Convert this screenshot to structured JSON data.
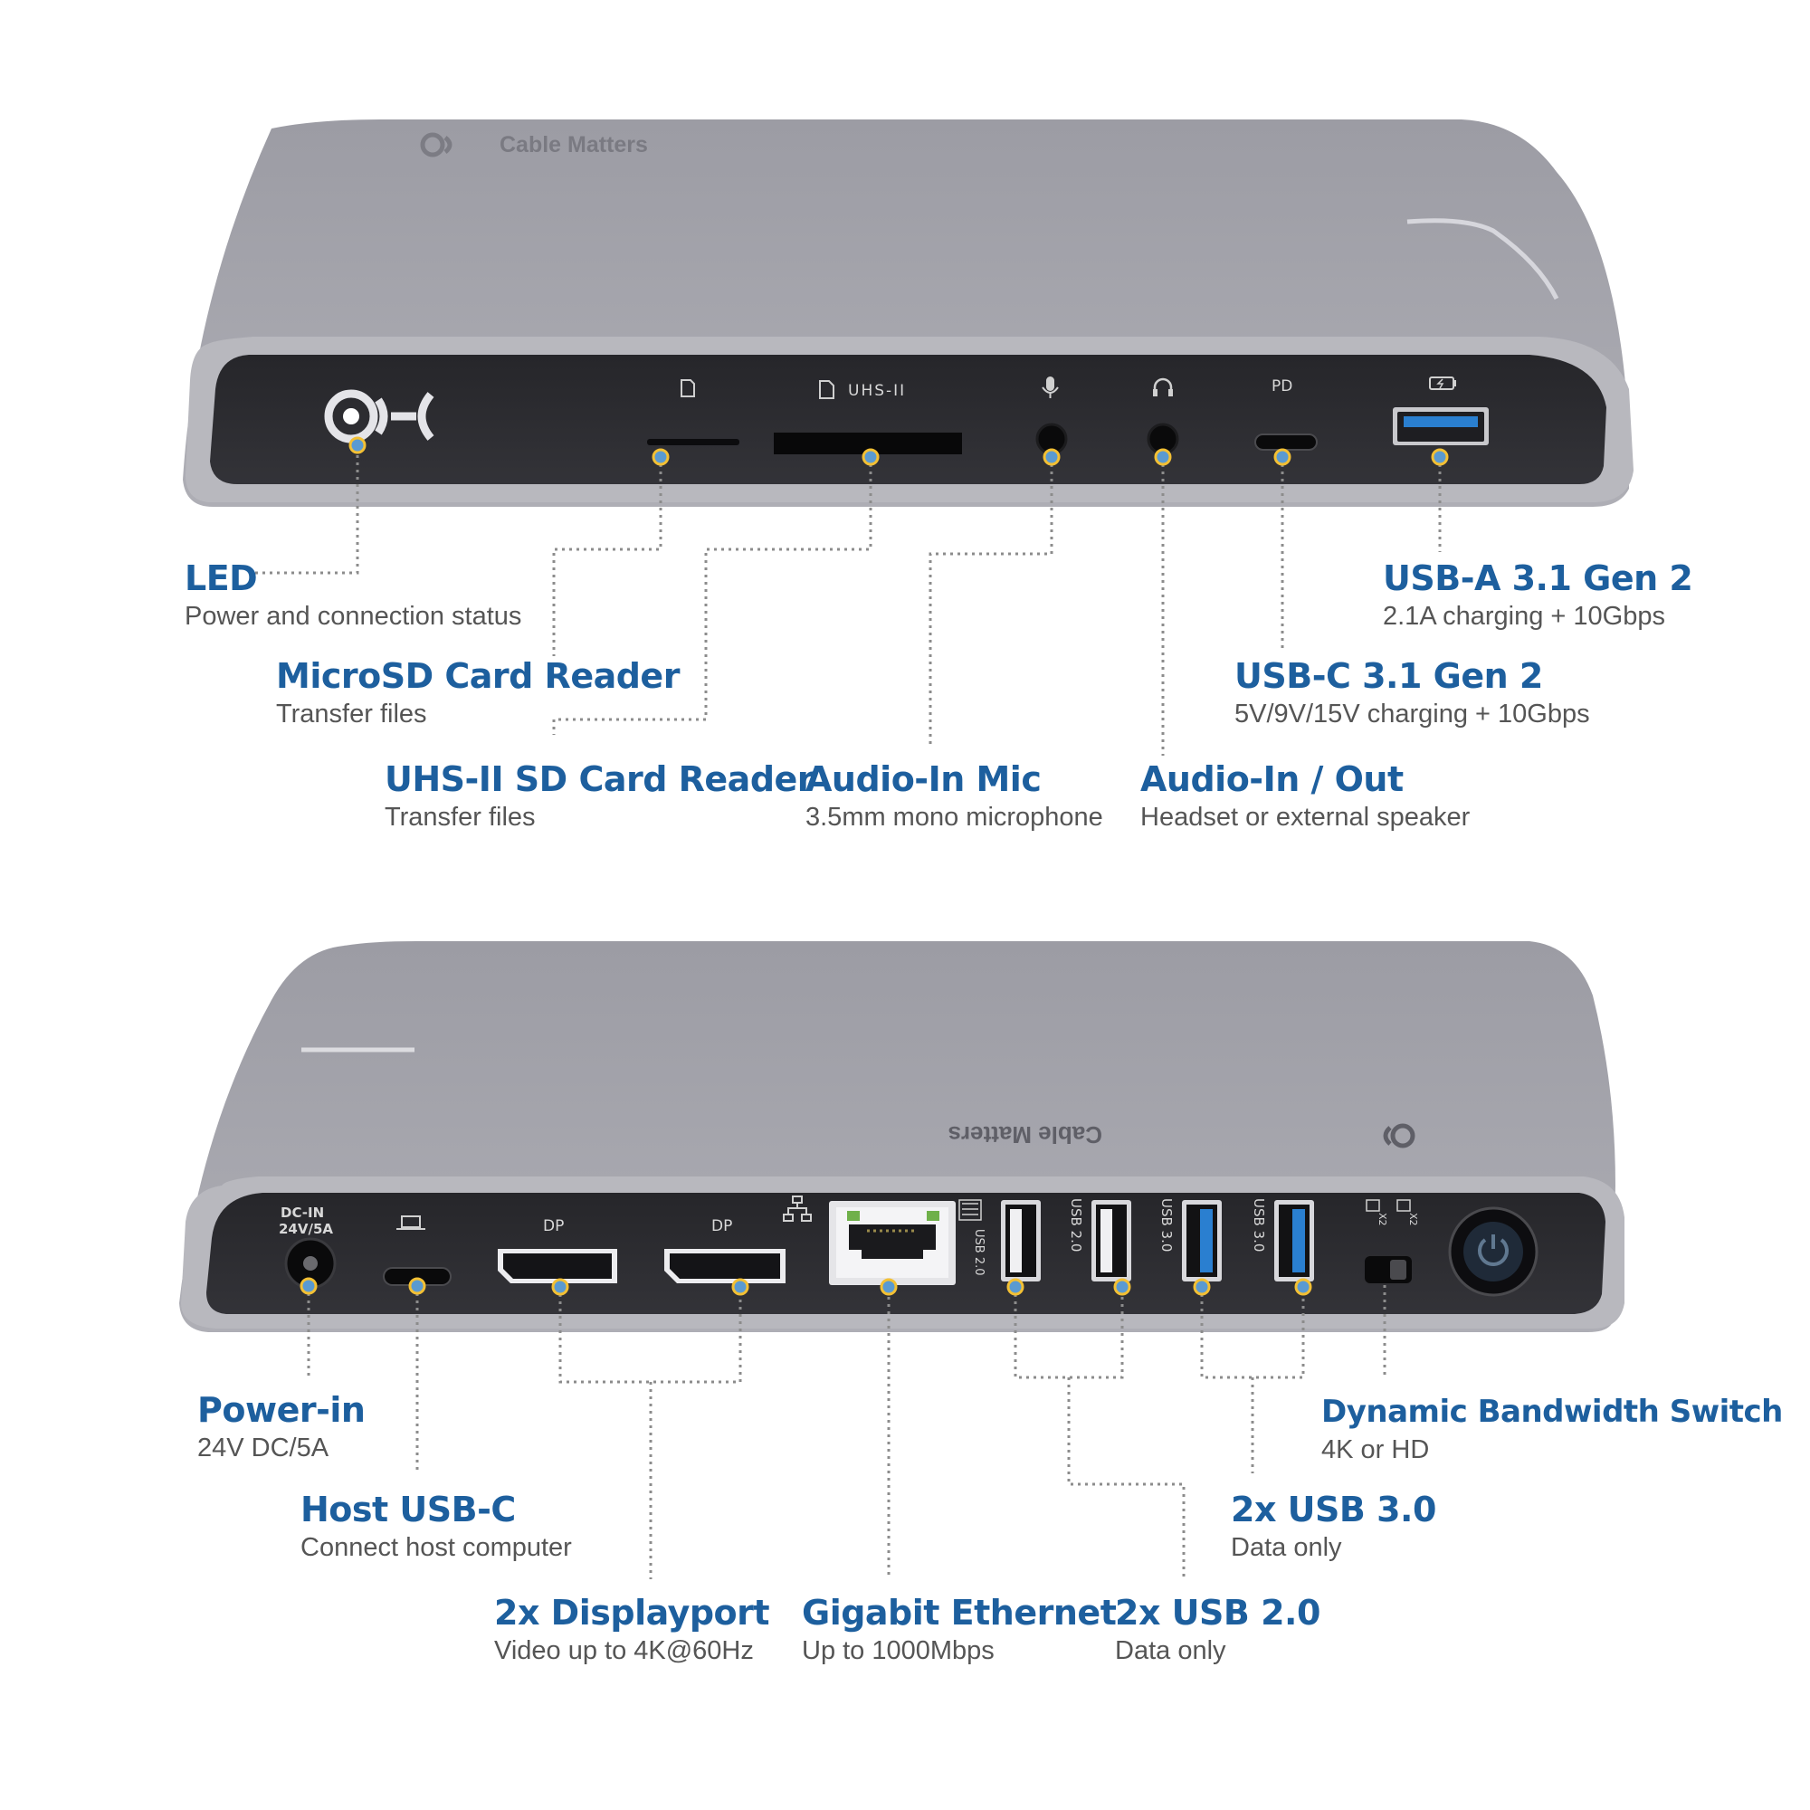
{
  "brand": {
    "name": "Cable Matters"
  },
  "front": {
    "port_marks": {
      "uhs": "UHS-II",
      "pd": "PD"
    },
    "callouts": [
      {
        "title": "LED",
        "desc": "Power and connection status"
      },
      {
        "title": "MicroSD Card Reader",
        "desc": "Transfer files"
      },
      {
        "title": "UHS-II SD Card Reader",
        "desc": "Transfer files"
      },
      {
        "title": "Audio-In Mic",
        "desc": "3.5mm mono microphone"
      },
      {
        "title": "Audio-In / Out",
        "desc": "Headset or external speaker"
      },
      {
        "title": "USB-C 3.1 Gen 2",
        "desc": "5V/9V/15V charging  + 10Gbps"
      },
      {
        "title": "USB-A 3.1 Gen 2",
        "desc": "2.1A charging + 10Gbps"
      }
    ]
  },
  "back": {
    "port_marks": {
      "dcin_1": "DC-IN",
      "dcin_2": "24V/5A",
      "dp_1": "DP",
      "dp_2": "DP",
      "usb20_1": "USB 2.0",
      "usb20_2": "USB 2.0",
      "usb30_1": "USB 3.0",
      "usb30_2": "USB 3.0",
      "sw_1": "X2",
      "sw_2": "X2"
    },
    "callouts": [
      {
        "title": "Power-in",
        "desc": "24V DC/5A"
      },
      {
        "title": "Host USB-C",
        "desc": "Connect host computer"
      },
      {
        "title": "2x Displayport",
        "desc": "Video up to 4K@60Hz"
      },
      {
        "title": "Gigabit Ethernet",
        "desc": "Up to 1000Mbps"
      },
      {
        "title": "2x USB 2.0",
        "desc": "Data only"
      },
      {
        "title": "2x USB 3.0",
        "desc": "Data only"
      },
      {
        "title": "Dynamic Bandwidth Switch",
        "desc": "4K or HD"
      }
    ]
  },
  "colors": {
    "title": "#1d5f9e",
    "desc": "#555555",
    "body_metal": "#a3a3ab",
    "panel": "#2c2c30",
    "usb3_blue": "#2a7fd0",
    "dot": "#5a9ad1",
    "dot_ring": "#f3c034"
  },
  "icons": [
    "microsd-icon",
    "sd-card-icon",
    "microphone-icon",
    "headphones-icon",
    "battery-charge-icon",
    "laptop-icon",
    "network-icon",
    "power-button-icon",
    "cable-matters-logo"
  ]
}
